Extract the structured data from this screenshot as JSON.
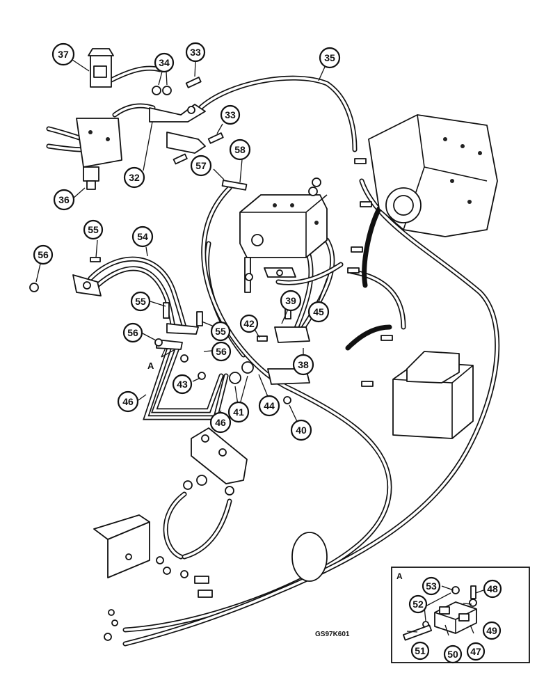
{
  "callouts": [
    {
      "label": "37"
    },
    {
      "label": "34"
    },
    {
      "label": "33"
    },
    {
      "label": "35"
    },
    {
      "label": "33"
    },
    {
      "label": "58"
    },
    {
      "label": "57"
    },
    {
      "label": "32"
    },
    {
      "label": "36"
    },
    {
      "label": "55"
    },
    {
      "label": "54"
    },
    {
      "label": "56"
    },
    {
      "label": "55"
    },
    {
      "label": "55"
    },
    {
      "label": "56"
    },
    {
      "label": "56"
    },
    {
      "label": "39"
    },
    {
      "label": "45"
    },
    {
      "label": "42"
    },
    {
      "label": "38"
    },
    {
      "label": "43"
    },
    {
      "label": "46"
    },
    {
      "label": "46"
    },
    {
      "label": "41"
    },
    {
      "label": "44"
    },
    {
      "label": "40"
    },
    {
      "label": "53"
    },
    {
      "label": "48"
    },
    {
      "label": "52"
    },
    {
      "label": "49"
    },
    {
      "label": "51"
    },
    {
      "label": "50"
    },
    {
      "label": "47"
    }
  ],
  "labels": {
    "detail_a_pointer": "A",
    "inset_title": "A",
    "drawing_code": "GS97K601"
  }
}
